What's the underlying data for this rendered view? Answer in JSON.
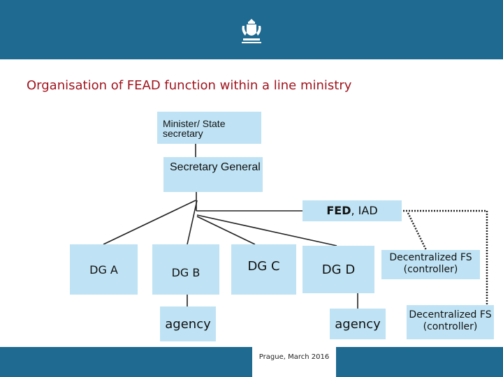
{
  "title": "Organisation of FEAD function within a line ministry",
  "nodes": {
    "minister": {
      "label": "Minister/ State secretary"
    },
    "secretary_general": {
      "label": "Secretary General"
    },
    "fed_iad": {
      "label_bold": "FED",
      "label_rest": ", IAD"
    },
    "dg_a": {
      "label": "DG A"
    },
    "dg_b": {
      "label": "DG B"
    },
    "dg_c": {
      "label": "DG C"
    },
    "dg_d": {
      "label": "DG D"
    },
    "agency_b": {
      "label": "agency"
    },
    "agency_d": {
      "label": "agency"
    },
    "fs_1": {
      "label": "Decentralized FS (controller)"
    },
    "fs_2": {
      "label": "Decentralized FS (controller)"
    }
  },
  "footer": {
    "text": "Prague, March 2016"
  },
  "colors": {
    "header": "#1f6a91",
    "box": "#bfe3f4",
    "title": "#a0141e"
  }
}
